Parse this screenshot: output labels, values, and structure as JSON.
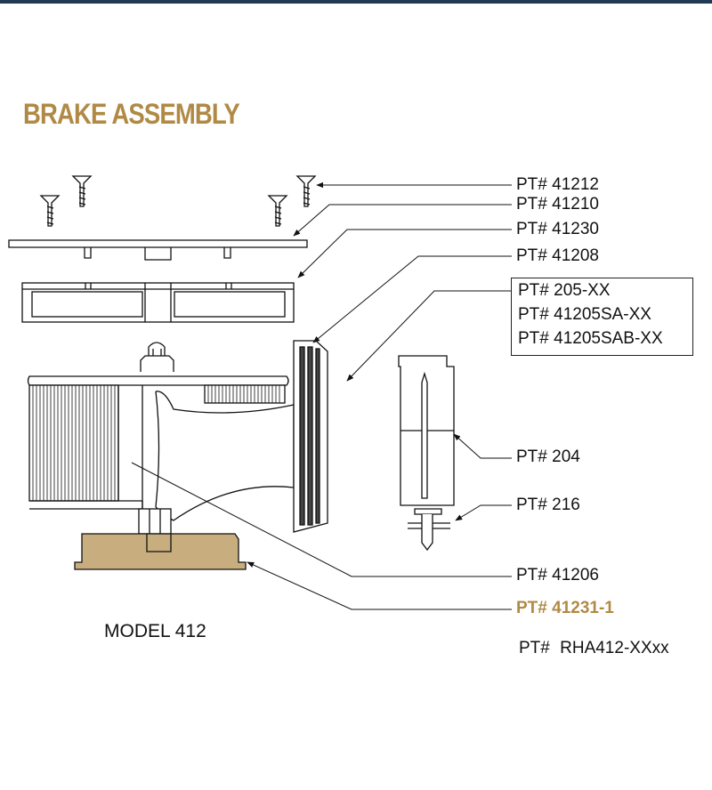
{
  "title": "BRAKE ASSEMBLY",
  "labels": [
    "PT# 41212",
    "PT# 41210",
    "PT# 41230",
    "PT# 41208"
  ],
  "boxed_labels": [
    "PT# 205-XX",
    "PT# 41205SA-XX",
    "PT# 41205SAB-XX"
  ],
  "lower_labels": [
    "PT# 204",
    "PT# 216",
    "PT# 41206"
  ],
  "highlight_label": "PT# 41231-1",
  "model": "MODEL 412",
  "part_number": "PT# RHA412-XXxx",
  "colors": {
    "accent": "#b08a45",
    "base_fill": "#c8ad7f",
    "line": "#111111",
    "header_bar": "#1f3a52"
  }
}
